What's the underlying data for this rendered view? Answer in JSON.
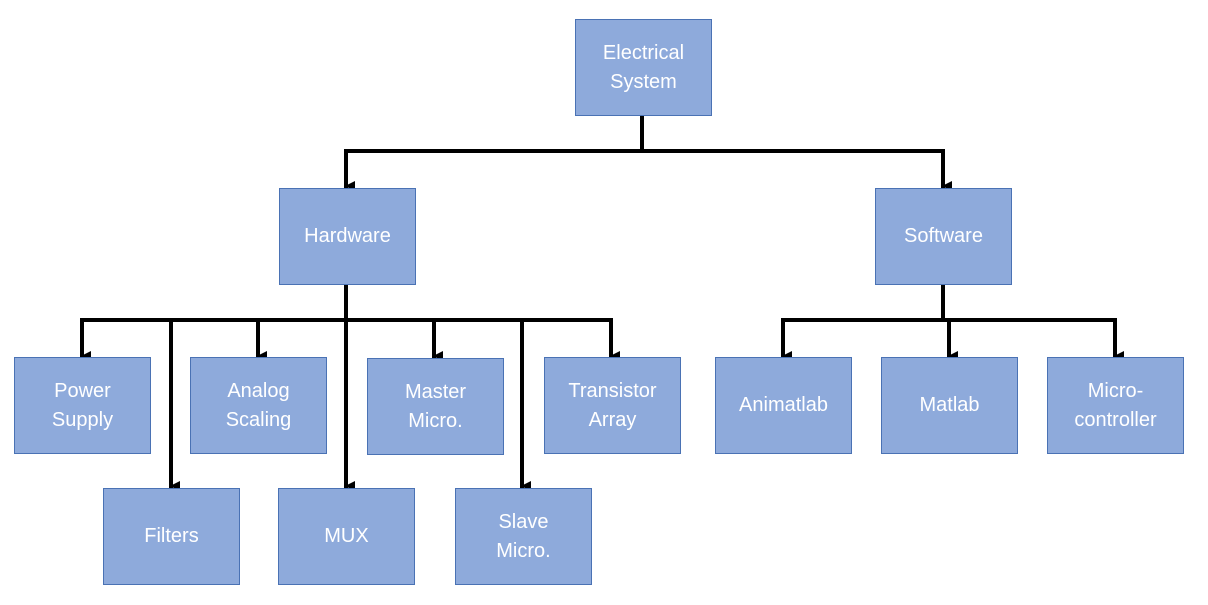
{
  "colors": {
    "box_fill": "#8eaadb",
    "box_border": "#4a72b4",
    "text": "#ffffff",
    "connector": "#000000"
  },
  "nodes": {
    "root": "Electrical\nSystem",
    "hardware": "Hardware",
    "software": "Software",
    "power_supply": "Power\nSupply",
    "analog_scaling": "Analog\nScaling",
    "master_micro": "Master\nMicro.",
    "transistor_array": "Transistor\nArray",
    "filters": "Filters",
    "mux": "MUX",
    "slave_micro": "Slave\nMicro.",
    "animatlab": "Animatlab",
    "matlab": "Matlab",
    "microcontroller": "Micro-\ncontroller"
  }
}
